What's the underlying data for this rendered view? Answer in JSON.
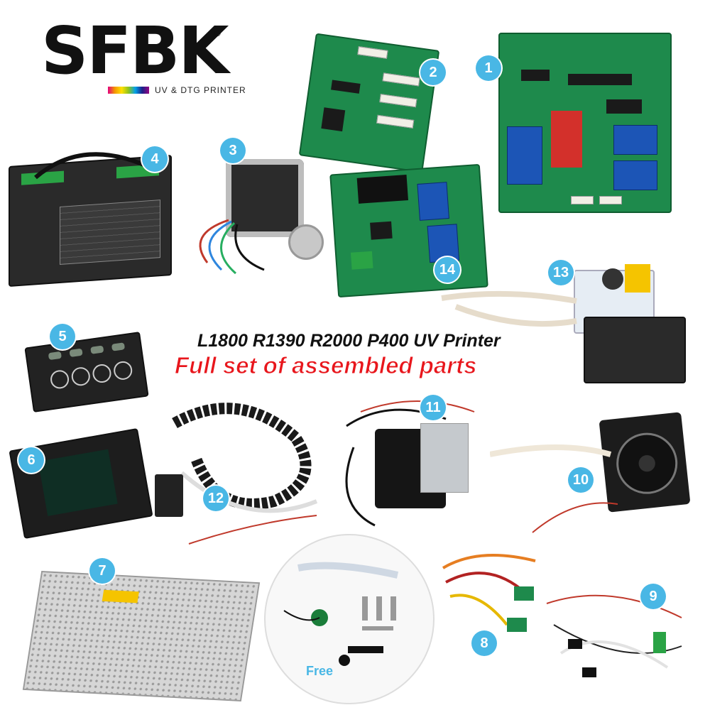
{
  "logo": {
    "brand": "SFBK",
    "registered": "®",
    "subtitle": "UV & DTG PRINTER"
  },
  "title": {
    "line1": "L1800 R1390 R2000 P400 UV Printer",
    "line2": "Full set of assembled parts"
  },
  "free_label": "Free",
  "badges": [
    "1",
    "2",
    "3",
    "4",
    "5",
    "6",
    "7",
    "8",
    "9",
    "10",
    "11",
    "12",
    "13",
    "14"
  ],
  "colors": {
    "badge": "#49b7e5",
    "title_accent": "#e8161c",
    "pcb_green": "#1e8a4c"
  }
}
